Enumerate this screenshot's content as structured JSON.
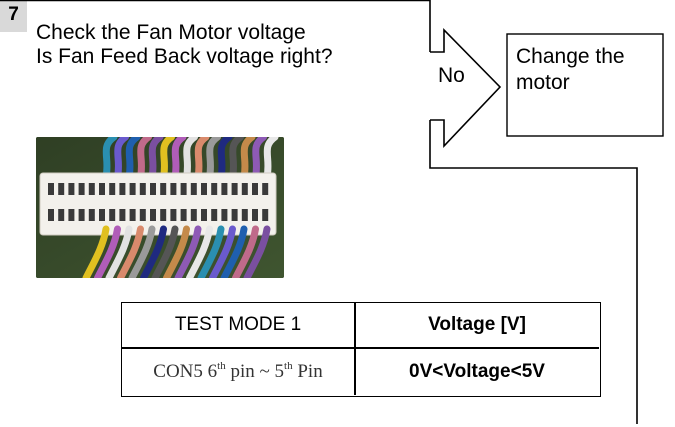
{
  "step": {
    "number": "7",
    "line1": "Check the Fan Motor voltage",
    "line2": "Is Fan Feed Back voltage right?"
  },
  "decision": {
    "no_label": "No"
  },
  "action": {
    "line1": "Change the",
    "line2": "motor"
  },
  "table": {
    "header_test": "TEST MODE 1",
    "header_voltage": "Voltage [V]",
    "row": {
      "con": "CON5 6",
      "sup1": "th",
      "middle": " pin ~ 5",
      "sup2": "th",
      "end": " Pin",
      "voltage": "0V<Voltage<5V"
    }
  },
  "photo": {
    "wire_colors": [
      "#2a8fb0",
      "#6a5acd",
      "#1f5fae",
      "#c06a8a",
      "#7a4fa0",
      "#e0c020",
      "#b05db8",
      "#e2e2e2",
      "#d98a6c",
      "#9a9a9a",
      "#1f2a80",
      "#555555",
      "#c48a4a",
      "#8e5ab5",
      "#e8e8e8"
    ]
  }
}
